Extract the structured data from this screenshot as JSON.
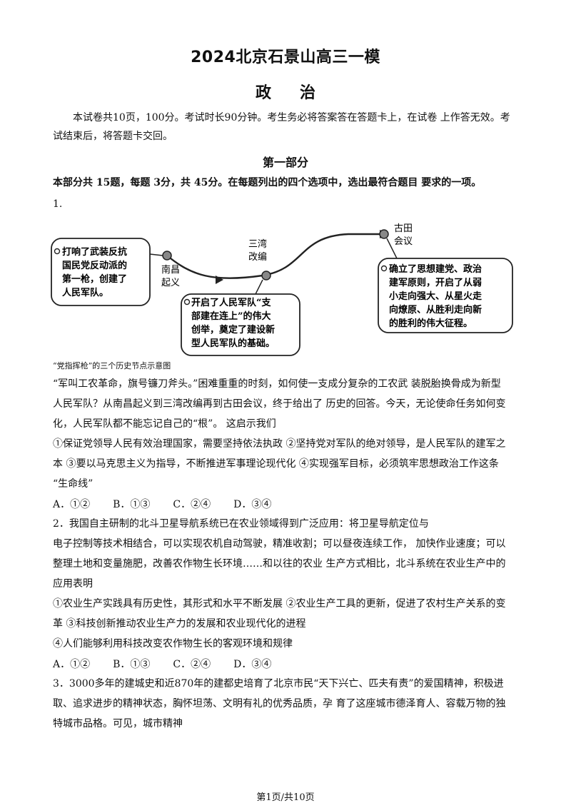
{
  "header": {
    "title": "2024北京石景山高三一模",
    "subject": "政治"
  },
  "intro": "本试卷共10页，100分。考试时长90分钟。考生务必将答案答在答题卡上，在试卷 上作答无效。考试结束后，将答题卡交回。",
  "section": {
    "title": "第一部分",
    "instruction": "本部分共 15题，每题 3分，共 45分。在每题列出的四个选项中，选出最符合题目 要求的一项。"
  },
  "q1": {
    "number": "1.",
    "diagram": {
      "node1": [
        "南昌",
        "起义"
      ],
      "node2": [
        "三湾",
        "改编"
      ],
      "node3": [
        "古田",
        "会议"
      ],
      "box1": [
        "打响了武装反抗",
        "国民党反动派的",
        "第一枪，创建了",
        "人民军队。"
      ],
      "box2": [
        "开启了人民军队“支",
        "部建在连上”的伟大",
        "创举，奠定了建设新",
        "型人民军队的基础。"
      ],
      "box3": [
        "确立了思想建党、政治",
        "建军原则，开启了从弱",
        "小走向强大、从星火走",
        "向燎原、从胜利走向新",
        "的胜利的伟大征程。"
      ]
    },
    "caption": "“党指挥枪”的三个历史节点示意图",
    "lines": [
      "“军叫工农革命，旗号镰刀斧头。”困难重重的时刻，如何使一支成分复杂的工农武 装脱胎换骨成为新型",
      "人民军队？从南昌起义到三湾改编再到古田会议，终于给出了 历史的回答。今天，无论使命任务如何变",
      "化，人民军队都不能忘记自己的“根”。 这启示我们",
      "①保证党领导人民有效治理国家，需要坚持依法执政 ②坚持党对军队的绝对领导，是人民军队的建军之",
      "本 ③要以马克思主义为指导，不断推进军事理论现代化 ④实现强军目标，必须筑牢思想政治工作这条",
      "“生命线”"
    ],
    "options": [
      "A．①②",
      "B．①③",
      "C．②④",
      "D．③④"
    ]
  },
  "q2": {
    "lines": [
      "2．我国自主研制的北斗卫星导航系统已在农业领域得到广泛应用：将卫星导航定位与",
      "电子控制等技术相结合，可以实现农机自动驾驶，精准收割；可以昼夜连续工作， 加快作业速度；可以",
      "整理土地和变量施肥，改善农作物生长环境……和以往的农业 生产方式相比，北斗系统在农业生产中的",
      "应用表明",
      "①农业生产实践具有历史性，其形式和水平不断发展 ②农业生产工具的更新，促进了农村生产关系的变",
      "革 ③科技创新推动农业生产力的发展和农业现代化的进程",
      "④人们能够利用科技改变农作物生长的客观环境和规律"
    ],
    "options": [
      "A．①②",
      "B．①③",
      "C．②④",
      "D．③④"
    ]
  },
  "q3": {
    "lines": [
      "3．3000多年的建城史和近870年的建都史培育了北京市民“天下兴亡、匹夫有责”的爱国精神，积极进",
      "取、追求进步的精神状态，胸怀坦荡、文明有礼的优秀品质，孕 育了这座城市德泽育人、容载万物的独",
      "特城市品格。可见，城市精神"
    ]
  },
  "footer": "第1页/共10页"
}
